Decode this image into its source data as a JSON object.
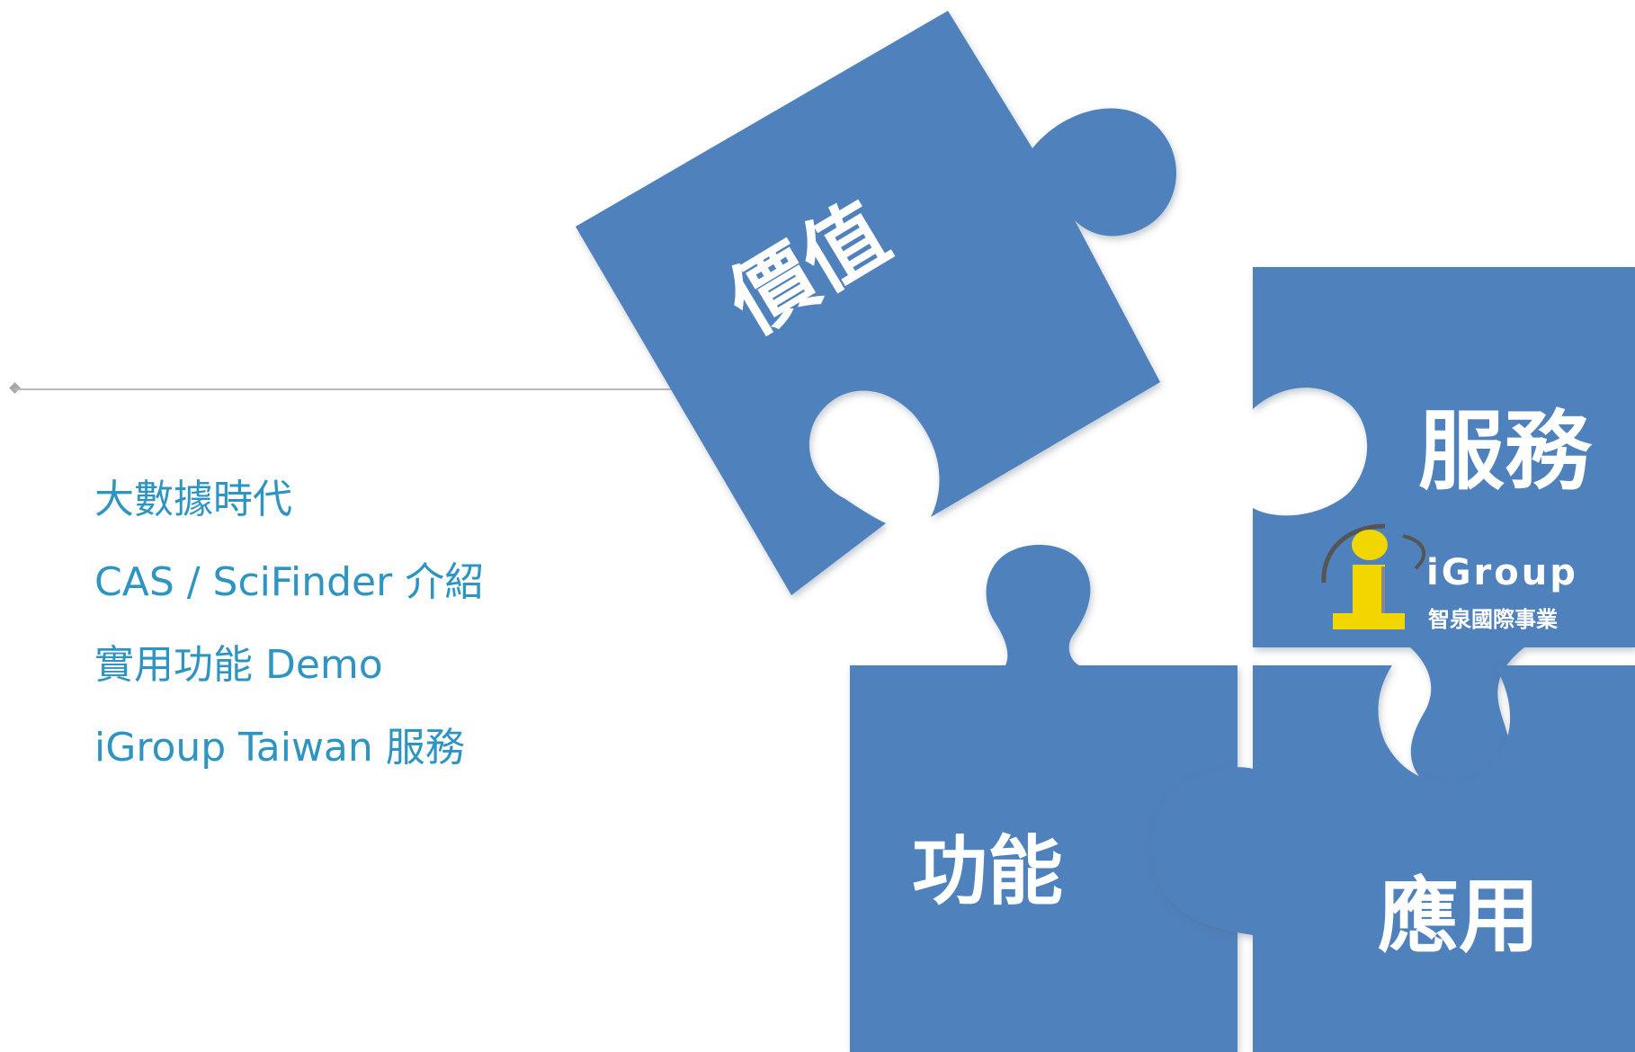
{
  "agenda": {
    "items": [
      "大數據時代",
      "CAS / SciFinder 介紹",
      "實用功能 Demo",
      "iGroup Taiwan 服務"
    ]
  },
  "puzzle": {
    "pieces": {
      "value": "價值",
      "service": "服務",
      "function": "功能",
      "application": "應用"
    }
  },
  "logo": {
    "name": "iGroup",
    "subtitle": "智泉國際事業"
  },
  "colors": {
    "piece_blue": "#4f81bd",
    "agenda_text": "#2e94c2",
    "logo_yellow": "#f2d600"
  }
}
